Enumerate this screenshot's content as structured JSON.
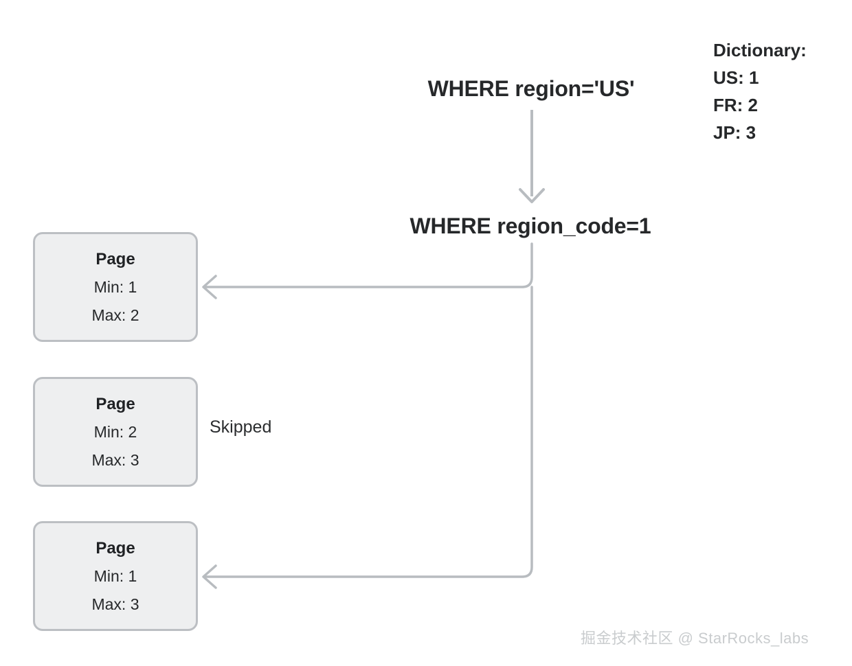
{
  "diagram": {
    "source_predicate": "WHERE region='US'",
    "rewritten_predicate": "WHERE region_code=1",
    "skipped_label": "Skipped",
    "watermark": "掘金技术社区 @ StarRocks_labs",
    "wire_color": "#b8bcc0",
    "box_fill": "#eeeff0",
    "box_border": "#bcbfc3",
    "text_color": "#26282a"
  },
  "dictionary": {
    "heading": "Dictionary:",
    "entries": [
      {
        "key": "US",
        "value": "1",
        "text": "US: 1"
      },
      {
        "key": "FR",
        "value": "2",
        "text": "FR: 2"
      },
      {
        "key": "JP",
        "value": "3",
        "text": "JP: 3"
      }
    ]
  },
  "pages": [
    {
      "title": "Page",
      "min_label": "Min: 1",
      "max_label": "Max: 2",
      "min": 1,
      "max": 2,
      "state": "scanned"
    },
    {
      "title": "Page",
      "min_label": "Min: 2",
      "max_label": "Max: 3",
      "min": 2,
      "max": 3,
      "state": "skipped"
    },
    {
      "title": "Page",
      "min_label": "Min: 1",
      "max_label": "Max: 3",
      "min": 1,
      "max": 3,
      "state": "scanned"
    }
  ]
}
